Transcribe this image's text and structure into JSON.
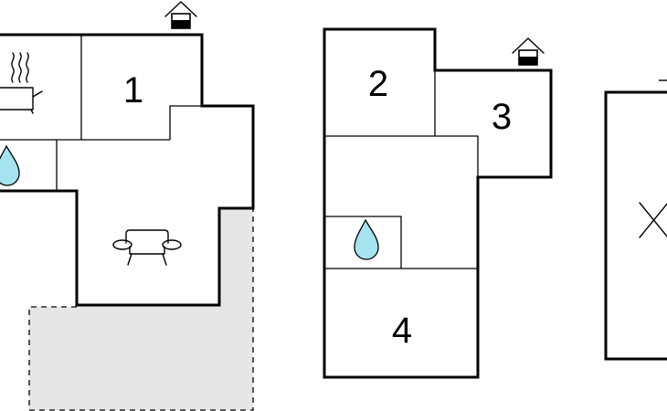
{
  "floorplan": {
    "colors": {
      "wall": "#000000",
      "terrace_fill": "#e6e6e6",
      "water": "#a6e3f0",
      "background": "#ffffff"
    },
    "rooms": [
      {
        "id": "room-1",
        "label": "1"
      },
      {
        "id": "room-2",
        "label": "2"
      },
      {
        "id": "room-3",
        "label": "3"
      },
      {
        "id": "room-4",
        "label": "4"
      }
    ],
    "icons": {
      "kitchen": "cooking-pot-icon",
      "bathroom": "water-drop-icon",
      "living": "sofa-icon",
      "entrance": "entrance-house-icon",
      "bed": "bed-cross-icon"
    }
  }
}
